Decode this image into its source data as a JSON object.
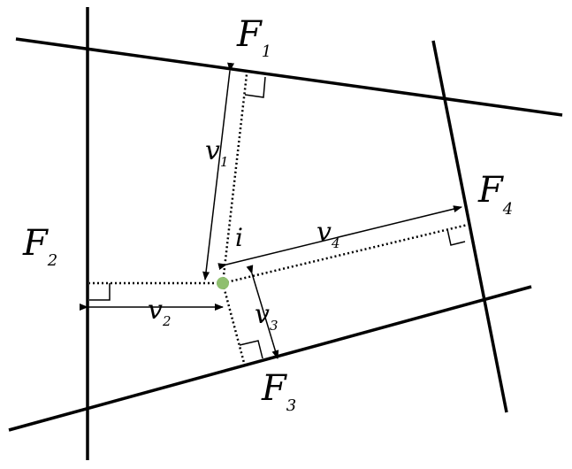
{
  "diagram": {
    "facets": [
      {
        "id": "F1",
        "letter": "F",
        "index": "1"
      },
      {
        "id": "F2",
        "letter": "F",
        "index": "2"
      },
      {
        "id": "F3",
        "letter": "F",
        "index": "3"
      },
      {
        "id": "F4",
        "letter": "F",
        "index": "4"
      }
    ],
    "point_label": "i",
    "distances": [
      {
        "letter": "v",
        "index": "1"
      },
      {
        "letter": "v",
        "index": "2"
      },
      {
        "letter": "v",
        "index": "3"
      },
      {
        "letter": "v",
        "index": "4"
      }
    ],
    "colors": {
      "line": "#000000",
      "point": "#8fbf6f"
    }
  }
}
